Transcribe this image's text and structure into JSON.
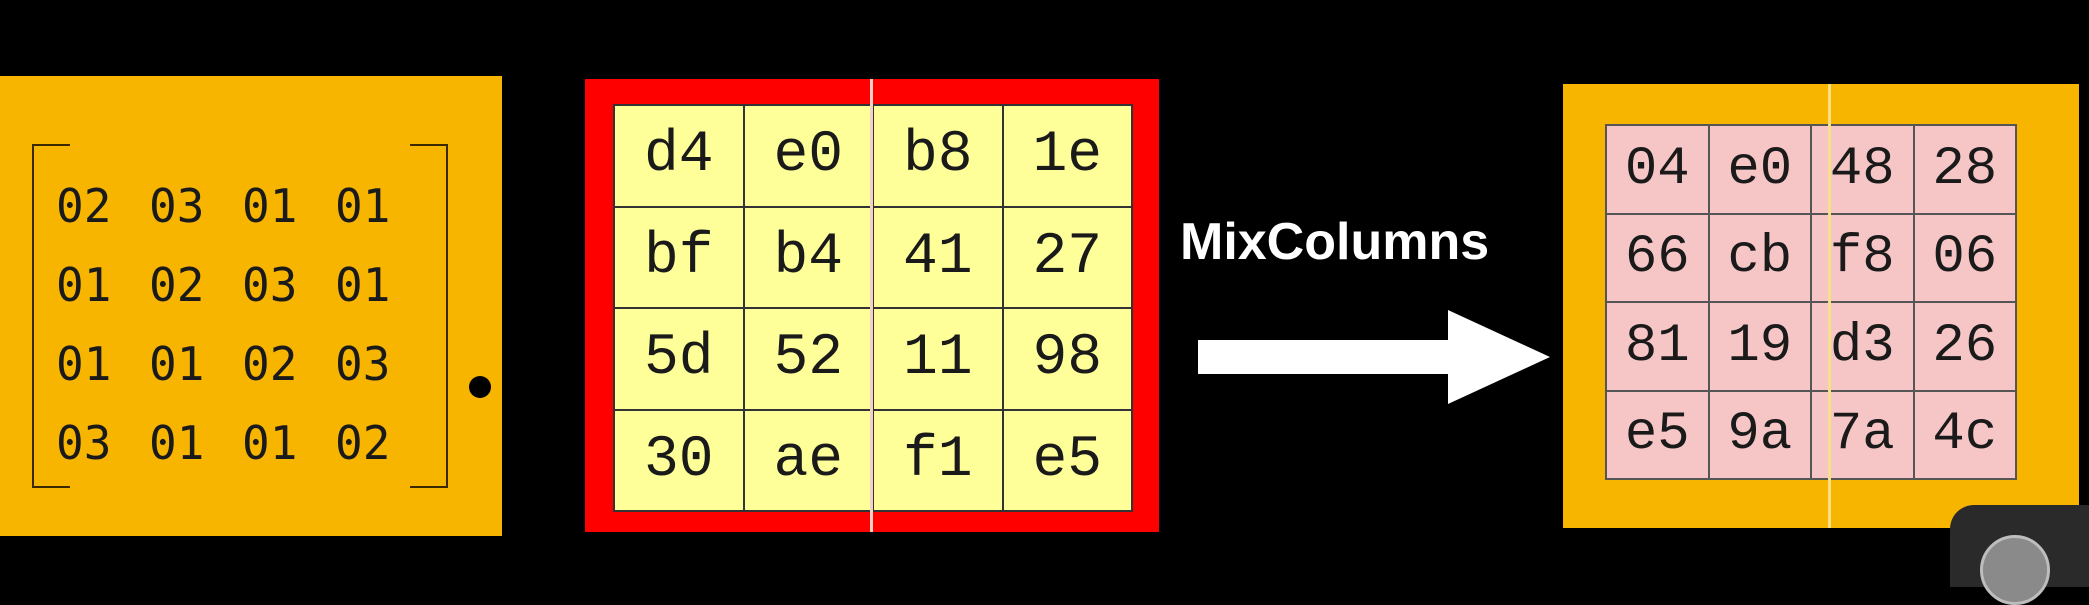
{
  "mix_matrix": {
    "rows": [
      [
        "02",
        "03",
        "01",
        "01"
      ],
      [
        "01",
        "02",
        "03",
        "01"
      ],
      [
        "01",
        "01",
        "02",
        "03"
      ],
      [
        "03",
        "01",
        "01",
        "02"
      ]
    ]
  },
  "state_matrix": {
    "rows": [
      [
        "d4",
        "e0",
        "b8",
        "1e"
      ],
      [
        "bf",
        "b4",
        "41",
        "27"
      ],
      [
        "5d",
        "52",
        "11",
        "98"
      ],
      [
        "30",
        "ae",
        "f1",
        "e5"
      ]
    ]
  },
  "operation": {
    "label": "MixColumns"
  },
  "result_matrix": {
    "rows": [
      [
        "04",
        "e0",
        "48",
        "28"
      ],
      [
        "66",
        "cb",
        "f8",
        "06"
      ],
      [
        "81",
        "19",
        "d3",
        "26"
      ],
      [
        "e5",
        "9a",
        "7a",
        "4c"
      ]
    ]
  },
  "colors": {
    "background": "#000000",
    "mix_panel": "#f7b500",
    "state_border": "#fe0000",
    "state_cell": "#ffff99",
    "result_cell": "#f6c6c6",
    "arrow": "#ffffff"
  },
  "icons": {
    "multiply": "dot-operator-icon",
    "arrow": "right-arrow-icon"
  }
}
